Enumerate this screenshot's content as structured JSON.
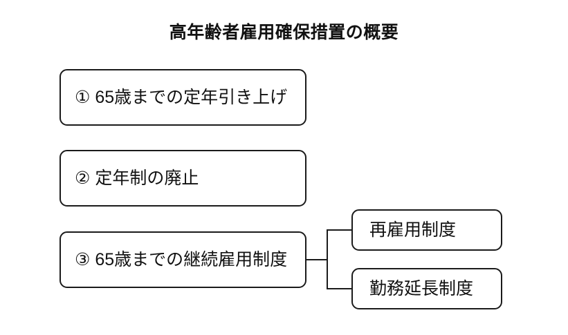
{
  "diagram": {
    "title": "高年齢者雇用確保措置の概要",
    "background_color": "#ffffff",
    "line_color": "#1a1a1a",
    "text_color": "#111111",
    "measures": [
      {
        "id": "measure-1",
        "marker": "①",
        "label": "① 65歳までの定年引き上げ"
      },
      {
        "id": "measure-2",
        "marker": "②",
        "label": "② 定年制の廃止"
      },
      {
        "id": "measure-3",
        "marker": "③",
        "label": "③ 65歳までの継続雇用制度"
      }
    ],
    "subtypes": [
      {
        "id": "subtype-1",
        "label": "再雇用制度",
        "parent": "measure-3"
      },
      {
        "id": "subtype-2",
        "label": "勤務延長制度",
        "parent": "measure-3"
      }
    ],
    "connector": {
      "type": "bracket",
      "from": "measure-3",
      "to": [
        "subtype-1",
        "subtype-2"
      ]
    }
  }
}
